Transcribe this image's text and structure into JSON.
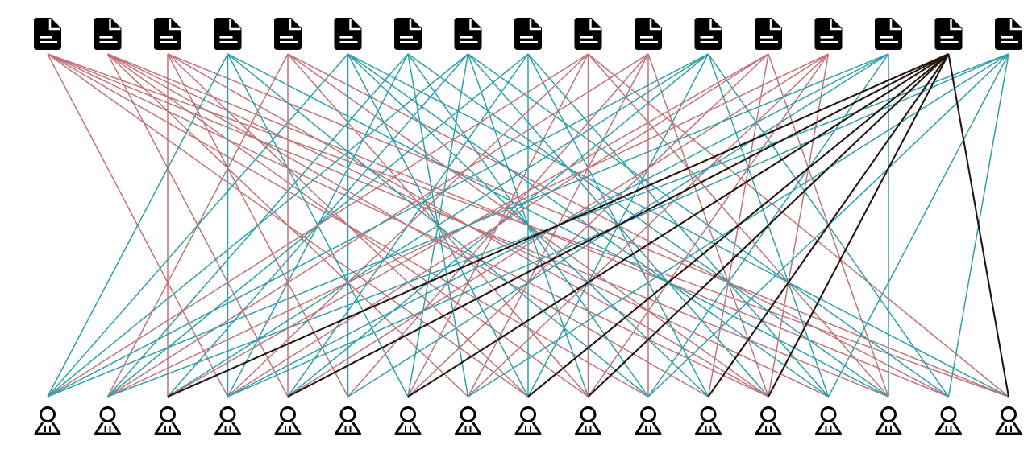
{
  "diagram": {
    "type": "bipartite-graph",
    "top_node_icon": "document-icon",
    "bottom_node_icon": "user-icon",
    "top_node_count": 17,
    "bottom_node_count": 17,
    "colors": {
      "edge_red": "#c0737a",
      "edge_teal": "#2e9fab",
      "edge_highlight": "#231510",
      "icon": "#000000",
      "background": "#ffffff"
    },
    "highlighted_top_node": 15,
    "edges": [
      {
        "from": 0,
        "to": 3,
        "color": "red"
      },
      {
        "from": 0,
        "to": 8,
        "color": "red"
      },
      {
        "from": 0,
        "to": 10,
        "color": "red"
      },
      {
        "from": 0,
        "to": 12,
        "color": "red"
      },
      {
        "from": 0,
        "to": 14,
        "color": "red"
      },
      {
        "from": 0,
        "to": 16,
        "color": "red"
      },
      {
        "from": 1,
        "to": 4,
        "color": "red"
      },
      {
        "from": 1,
        "to": 7,
        "color": "red"
      },
      {
        "from": 1,
        "to": 9,
        "color": "red"
      },
      {
        "from": 1,
        "to": 11,
        "color": "red"
      },
      {
        "from": 1,
        "to": 13,
        "color": "red"
      },
      {
        "from": 1,
        "to": 15,
        "color": "red"
      },
      {
        "from": 2,
        "to": 2,
        "color": "red"
      },
      {
        "from": 2,
        "to": 5,
        "color": "red"
      },
      {
        "from": 2,
        "to": 8,
        "color": "red"
      },
      {
        "from": 2,
        "to": 12,
        "color": "red"
      },
      {
        "from": 2,
        "to": 16,
        "color": "red"
      },
      {
        "from": 3,
        "to": 0,
        "color": "teal"
      },
      {
        "from": 3,
        "to": 3,
        "color": "teal"
      },
      {
        "from": 3,
        "to": 6,
        "color": "teal"
      },
      {
        "from": 3,
        "to": 10,
        "color": "teal"
      },
      {
        "from": 3,
        "to": 14,
        "color": "teal"
      },
      {
        "from": 4,
        "to": 1,
        "color": "red"
      },
      {
        "from": 4,
        "to": 4,
        "color": "red"
      },
      {
        "from": 4,
        "to": 9,
        "color": "red"
      },
      {
        "from": 4,
        "to": 12,
        "color": "red"
      },
      {
        "from": 4,
        "to": 15,
        "color": "red"
      },
      {
        "from": 5,
        "to": 0,
        "color": "teal"
      },
      {
        "from": 5,
        "to": 5,
        "color": "teal"
      },
      {
        "from": 5,
        "to": 8,
        "color": "teal"
      },
      {
        "from": 5,
        "to": 11,
        "color": "teal"
      },
      {
        "from": 5,
        "to": 13,
        "color": "teal"
      },
      {
        "from": 5,
        "to": 16,
        "color": "teal"
      },
      {
        "from": 6,
        "to": 1,
        "color": "teal"
      },
      {
        "from": 6,
        "to": 3,
        "color": "teal"
      },
      {
        "from": 6,
        "to": 7,
        "color": "teal"
      },
      {
        "from": 6,
        "to": 10,
        "color": "teal"
      },
      {
        "from": 6,
        "to": 14,
        "color": "teal"
      },
      {
        "from": 7,
        "to": 0,
        "color": "teal"
      },
      {
        "from": 7,
        "to": 2,
        "color": "teal"
      },
      {
        "from": 7,
        "to": 6,
        "color": "teal"
      },
      {
        "from": 7,
        "to": 9,
        "color": "teal"
      },
      {
        "from": 7,
        "to": 12,
        "color": "teal"
      },
      {
        "from": 7,
        "to": 15,
        "color": "teal"
      },
      {
        "from": 8,
        "to": 1,
        "color": "teal"
      },
      {
        "from": 8,
        "to": 4,
        "color": "teal"
      },
      {
        "from": 8,
        "to": 8,
        "color": "teal"
      },
      {
        "from": 8,
        "to": 11,
        "color": "teal"
      },
      {
        "from": 8,
        "to": 13,
        "color": "teal"
      },
      {
        "from": 9,
        "to": 0,
        "color": "red"
      },
      {
        "from": 9,
        "to": 3,
        "color": "red"
      },
      {
        "from": 9,
        "to": 6,
        "color": "red"
      },
      {
        "from": 9,
        "to": 9,
        "color": "red"
      },
      {
        "from": 9,
        "to": 14,
        "color": "red"
      },
      {
        "from": 9,
        "to": 16,
        "color": "red"
      },
      {
        "from": 10,
        "to": 1,
        "color": "red"
      },
      {
        "from": 10,
        "to": 5,
        "color": "red"
      },
      {
        "from": 10,
        "to": 7,
        "color": "red"
      },
      {
        "from": 10,
        "to": 10,
        "color": "red"
      },
      {
        "from": 10,
        "to": 12,
        "color": "red"
      },
      {
        "from": 11,
        "to": 0,
        "color": "teal"
      },
      {
        "from": 11,
        "to": 2,
        "color": "teal"
      },
      {
        "from": 11,
        "to": 4,
        "color": "teal"
      },
      {
        "from": 11,
        "to": 8,
        "color": "teal"
      },
      {
        "from": 11,
        "to": 13,
        "color": "teal"
      },
      {
        "from": 11,
        "to": 15,
        "color": "teal"
      },
      {
        "from": 12,
        "to": 2,
        "color": "red"
      },
      {
        "from": 12,
        "to": 3,
        "color": "red"
      },
      {
        "from": 12,
        "to": 6,
        "color": "red"
      },
      {
        "from": 12,
        "to": 11,
        "color": "red"
      },
      {
        "from": 12,
        "to": 14,
        "color": "red"
      },
      {
        "from": 13,
        "to": 1,
        "color": "red"
      },
      {
        "from": 13,
        "to": 4,
        "color": "red"
      },
      {
        "from": 13,
        "to": 7,
        "color": "red"
      },
      {
        "from": 13,
        "to": 9,
        "color": "red"
      },
      {
        "from": 13,
        "to": 12,
        "color": "red"
      },
      {
        "from": 14,
        "to": 0,
        "color": "teal"
      },
      {
        "from": 14,
        "to": 3,
        "color": "teal"
      },
      {
        "from": 14,
        "to": 5,
        "color": "teal"
      },
      {
        "from": 14,
        "to": 10,
        "color": "teal"
      },
      {
        "from": 14,
        "to": 14,
        "color": "teal"
      },
      {
        "from": 15,
        "to": 2,
        "color": "highlight"
      },
      {
        "from": 15,
        "to": 4,
        "color": "highlight"
      },
      {
        "from": 15,
        "to": 6,
        "color": "highlight"
      },
      {
        "from": 15,
        "to": 8,
        "color": "highlight"
      },
      {
        "from": 15,
        "to": 9,
        "color": "highlight"
      },
      {
        "from": 15,
        "to": 11,
        "color": "highlight"
      },
      {
        "from": 15,
        "to": 12,
        "color": "highlight"
      },
      {
        "from": 15,
        "to": 16,
        "color": "highlight"
      },
      {
        "from": 16,
        "to": 1,
        "color": "teal"
      },
      {
        "from": 16,
        "to": 3,
        "color": "teal"
      },
      {
        "from": 16,
        "to": 7,
        "color": "teal"
      },
      {
        "from": 16,
        "to": 10,
        "color": "teal"
      },
      {
        "from": 16,
        "to": 13,
        "color": "teal"
      },
      {
        "from": 16,
        "to": 15,
        "color": "teal"
      }
    ]
  }
}
